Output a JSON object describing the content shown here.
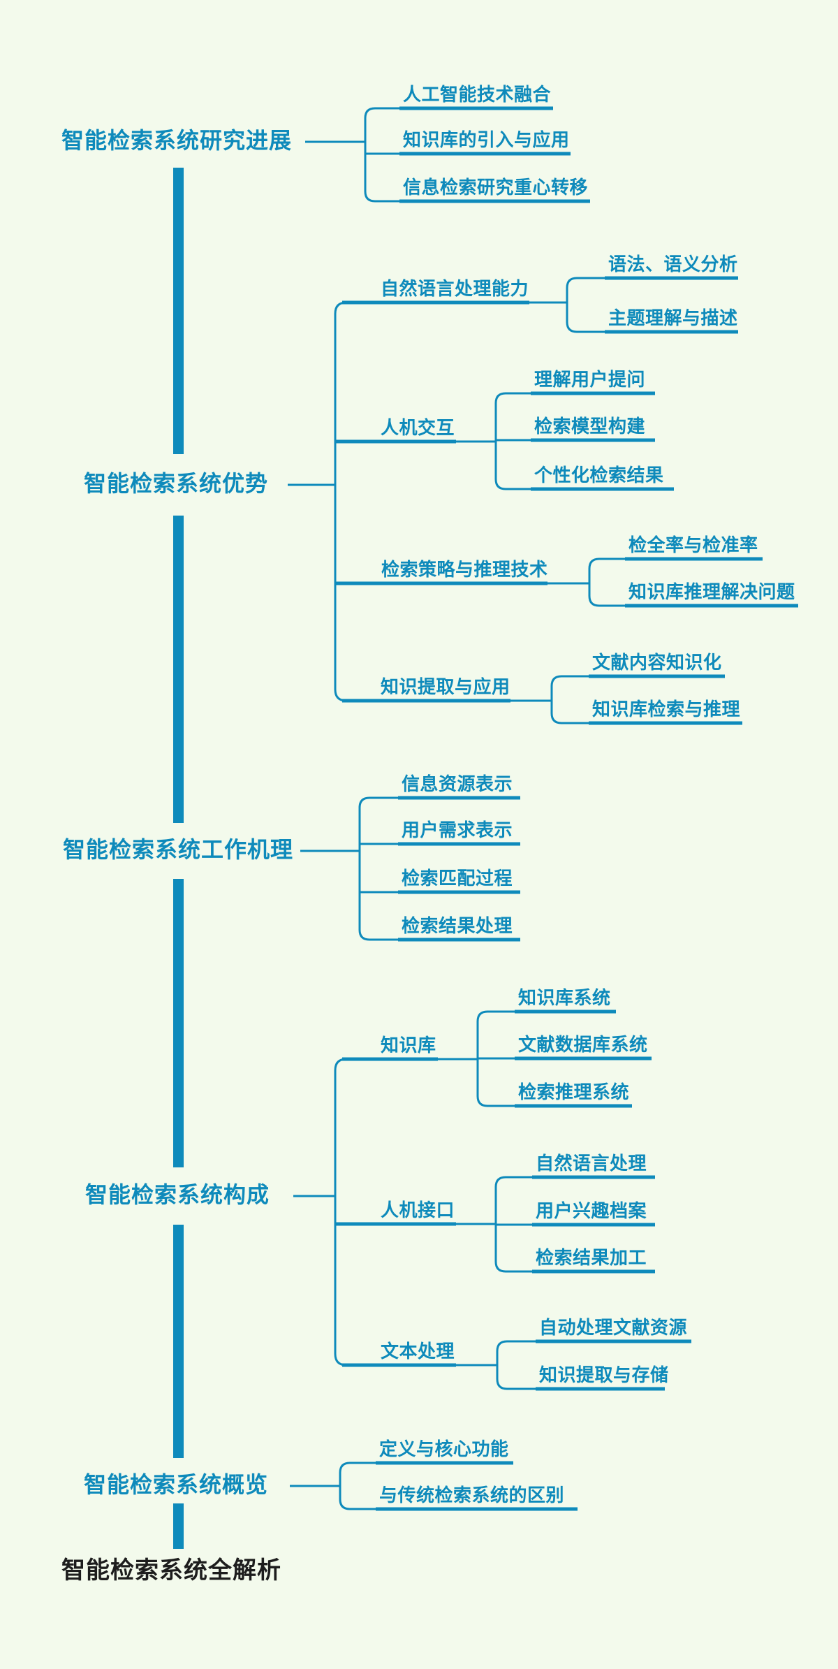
{
  "title": "智能检索系统全解析",
  "colors": {
    "accent": "#0e8abb",
    "background": "#f3faec",
    "root_text": "#1d1d1d"
  },
  "root": {
    "title": "智能检索系统全解析"
  },
  "branches": [
    {
      "title": "智能检索系统研究进展",
      "children": [
        {
          "title": "人工智能技术融合"
        },
        {
          "title": "知识库的引入与应用"
        },
        {
          "title": "信息检索研究重心转移"
        }
      ]
    },
    {
      "title": "智能检索系统优势",
      "children": [
        {
          "title": "自然语言处理能力",
          "children": [
            {
              "title": "语法、语义分析"
            },
            {
              "title": "主题理解与描述"
            }
          ]
        },
        {
          "title": "人机交互",
          "children": [
            {
              "title": "理解用户提问"
            },
            {
              "title": "检索模型构建"
            },
            {
              "title": "个性化检索结果"
            }
          ]
        },
        {
          "title": "检索策略与推理技术",
          "children": [
            {
              "title": "检全率与检准率"
            },
            {
              "title": "知识库推理解决问题"
            }
          ]
        },
        {
          "title": "知识提取与应用",
          "children": [
            {
              "title": "文献内容知识化"
            },
            {
              "title": "知识库检索与推理"
            }
          ]
        }
      ]
    },
    {
      "title": "智能检索系统工作机理",
      "children": [
        {
          "title": "信息资源表示"
        },
        {
          "title": "用户需求表示"
        },
        {
          "title": "检索匹配过程"
        },
        {
          "title": "检索结果处理"
        }
      ]
    },
    {
      "title": "智能检索系统构成",
      "children": [
        {
          "title": "知识库",
          "children": [
            {
              "title": "知识库系统"
            },
            {
              "title": "文献数据库系统"
            },
            {
              "title": "检索推理系统"
            }
          ]
        },
        {
          "title": "人机接口",
          "children": [
            {
              "title": "自然语言处理"
            },
            {
              "title": "用户兴趣档案"
            },
            {
              "title": "检索结果加工"
            }
          ]
        },
        {
          "title": "文本处理",
          "children": [
            {
              "title": "自动处理文献资源"
            },
            {
              "title": "知识提取与存储"
            }
          ]
        }
      ]
    },
    {
      "title": "智能检索系统概览",
      "children": [
        {
          "title": "定义与核心功能"
        },
        {
          "title": "与传统检索系统的区别"
        }
      ]
    }
  ]
}
